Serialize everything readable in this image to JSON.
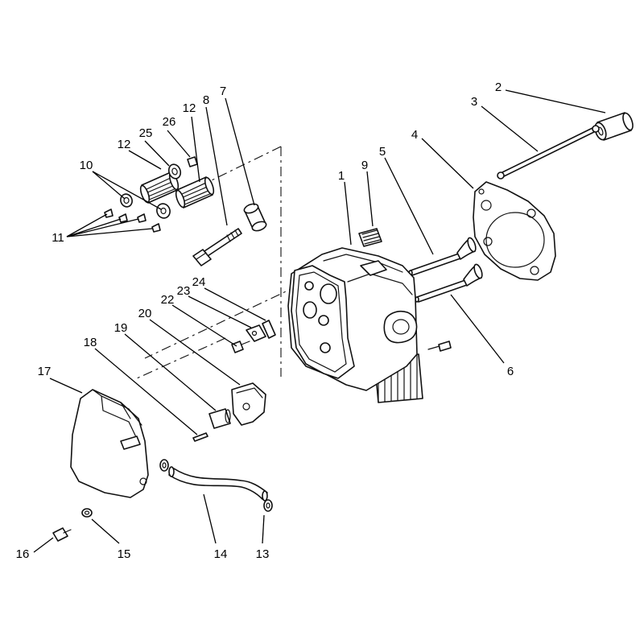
{
  "callouts": [
    {
      "id": "1",
      "label": "1"
    },
    {
      "id": "2",
      "label": "2"
    },
    {
      "id": "3",
      "label": "3"
    },
    {
      "id": "4",
      "label": "4"
    },
    {
      "id": "5",
      "label": "5"
    },
    {
      "id": "6",
      "label": "6"
    },
    {
      "id": "7",
      "label": "7"
    },
    {
      "id": "8",
      "label": "8"
    },
    {
      "id": "9",
      "label": "9"
    },
    {
      "id": "10",
      "label": "10"
    },
    {
      "id": "11",
      "label": "11"
    },
    {
      "id": "12a",
      "label": "12"
    },
    {
      "id": "12b",
      "label": "12"
    },
    {
      "id": "13",
      "label": "13"
    },
    {
      "id": "14",
      "label": "14"
    },
    {
      "id": "15",
      "label": "15"
    },
    {
      "id": "16",
      "label": "16"
    },
    {
      "id": "17",
      "label": "17"
    },
    {
      "id": "18",
      "label": "18"
    },
    {
      "id": "19",
      "label": "19"
    },
    {
      "id": "20",
      "label": "20"
    },
    {
      "id": "22",
      "label": "22"
    },
    {
      "id": "23",
      "label": "23"
    },
    {
      "id": "24",
      "label": "24"
    },
    {
      "id": "25",
      "label": "25"
    },
    {
      "id": "26",
      "label": "26"
    }
  ]
}
